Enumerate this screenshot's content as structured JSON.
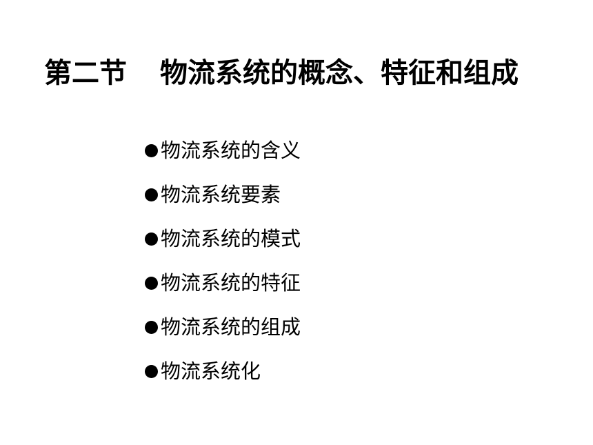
{
  "slide": {
    "title_part1": "第二节",
    "title_part2": "物流系统的概念、特征和组成",
    "items": [
      {
        "label": "物流系统的含义"
      },
      {
        "label": "物流系统要素"
      },
      {
        "label": "物流系统的模式"
      },
      {
        "label": "物流系统的特征"
      },
      {
        "label": "物流系统的组成"
      },
      {
        "label": "物流系统化"
      }
    ]
  },
  "colors": {
    "background": "#ffffff",
    "text": "#000000"
  }
}
